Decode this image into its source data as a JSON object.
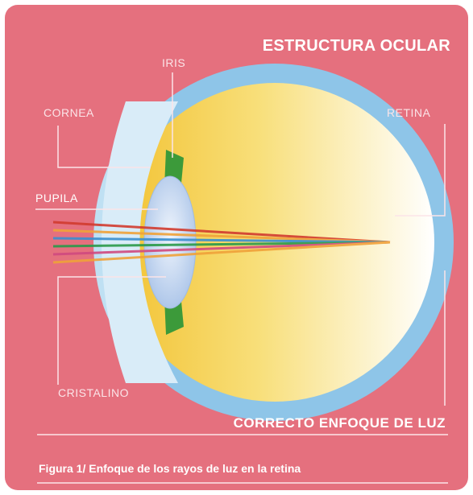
{
  "title": "ESTRUCTURA OCULAR",
  "labels": {
    "iris": "IRIS",
    "cornea": "CORNEA",
    "pupila": "PUPILA",
    "cristalino": "CRISTALINO",
    "retina": "RETINA"
  },
  "focus_text": "CORRECTO ENFOQUE DE LUZ",
  "caption": "Figura 1/ Enfoque de los rayos de luz en la retina",
  "colors": {
    "background": "#e5707e",
    "sclera": "#8ec5e8",
    "vitreous_yellow": "#f4c53a",
    "lens": "#c7d9f2",
    "iris": "#3c9a3a",
    "ray_colors": [
      "#d23b2f",
      "#f0a23a",
      "#3a8fd0",
      "#2a9a4a",
      "#d04a80"
    ]
  }
}
